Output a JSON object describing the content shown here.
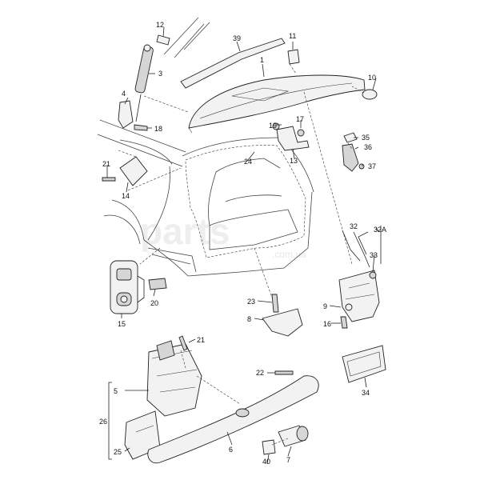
{
  "watermark": {
    "text": "parts",
    "sub": ".com.ua"
  },
  "callouts": {
    "c1": "1",
    "c3": "3",
    "c4": "4",
    "c5": "5",
    "c6": "6",
    "c7": "7",
    "c8": "8",
    "c9": "9",
    "c10": "10",
    "c11": "11",
    "c12": "12",
    "c13": "13",
    "c14": "14",
    "c15": "15",
    "c16": "16",
    "c17": "17",
    "c18": "18",
    "c19": "19",
    "c20": "20",
    "c21a": "21",
    "c21b": "21",
    "c22": "22",
    "c23": "23",
    "c24": "24",
    "c25": "25",
    "c26": "26",
    "c32": "32",
    "c32a": "32A",
    "c33": "33",
    "c34": "34",
    "c35": "35",
    "c36": "36",
    "c37": "37",
    "c39": "39",
    "c40": "40"
  }
}
